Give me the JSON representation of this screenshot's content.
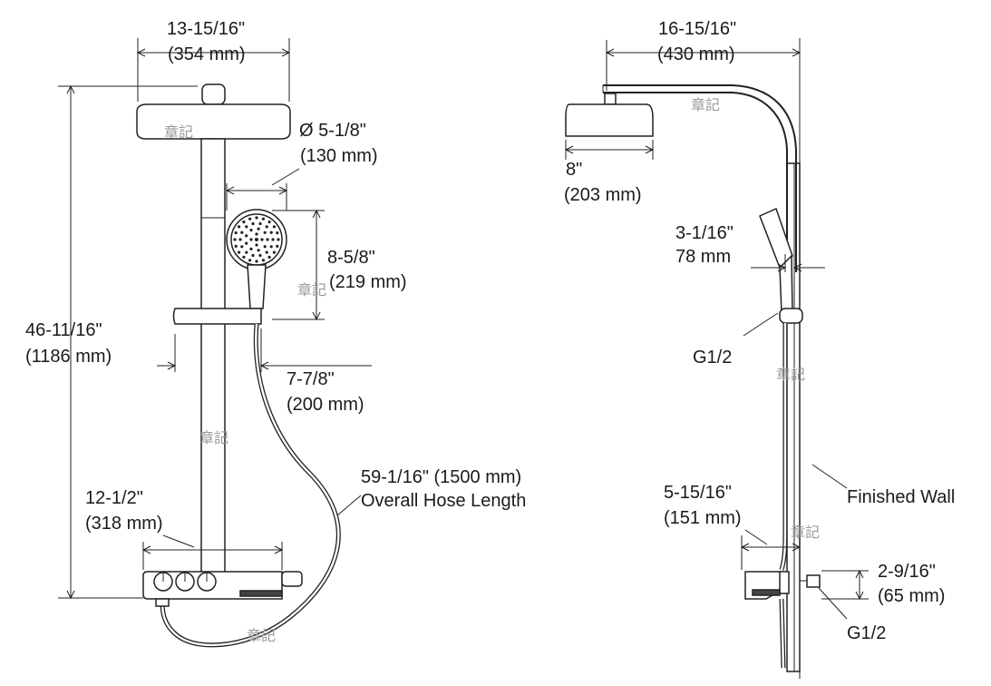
{
  "front_view": {
    "top_width": {
      "imperial": "13-15/16\"",
      "metric": "(354 mm)"
    },
    "overall_height": {
      "imperial": "46-11/16\"",
      "metric": "(1186 mm)"
    },
    "handshower_diameter": {
      "imperial": "Ø 5-1/8\"",
      "metric": "(130 mm)"
    },
    "handshower_height": {
      "imperial": "8-5/8\"",
      "metric": "(219 mm)"
    },
    "holder_offset": {
      "imperial": "7-7/8\"",
      "metric": "(200 mm)"
    },
    "hose": {
      "length": "59-1/16\" (1500 mm)",
      "caption": "Overall Hose Length"
    },
    "valve_width": {
      "imperial": "12-1/2\"",
      "metric": "(318 mm)"
    }
  },
  "side_view": {
    "projection": {
      "imperial": "16-15/16\"",
      "metric": "(430 mm)"
    },
    "showerhead_diameter": {
      "imperial": "8\"",
      "metric": "(203 mm)"
    },
    "handshower_offset": {
      "imperial": "3-1/16\"",
      "metric": "78 mm"
    },
    "hose_thread": "G1/2",
    "wall_label": "Finished Wall",
    "valve_projection": {
      "imperial": "5-15/16\"",
      "metric": "(151 mm)"
    },
    "inlet_height": {
      "imperial": "2-9/16\"",
      "metric": "(65 mm)"
    },
    "inlet_thread": "G1/2"
  },
  "watermark": "章記"
}
